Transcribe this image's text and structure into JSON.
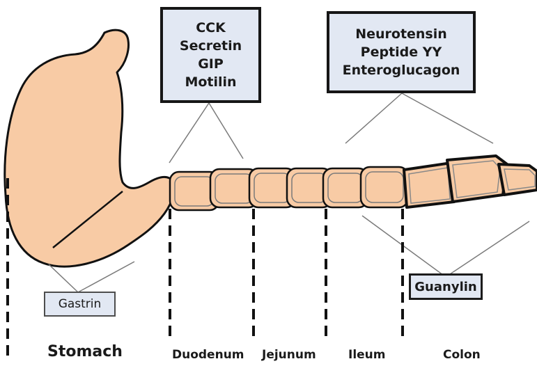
{
  "hormone_boxes": {
    "upper_small_intestine": [
      "CCK",
      "Secretin",
      "GIP",
      "Motilin"
    ],
    "lower_gut": [
      "Neurotensin",
      "Peptide YY",
      "Enteroglucagon"
    ],
    "stomach": "Gastrin",
    "colon": "Guanylin"
  },
  "regions": [
    "Stomach",
    "Duodenum",
    "Jejunum",
    "Ileum",
    "Colon"
  ],
  "colors": {
    "tissue_fill": "#f8cba5",
    "box_fill": "#e2e8f3",
    "outline": "#111111",
    "connector": "#7a7a7a"
  }
}
